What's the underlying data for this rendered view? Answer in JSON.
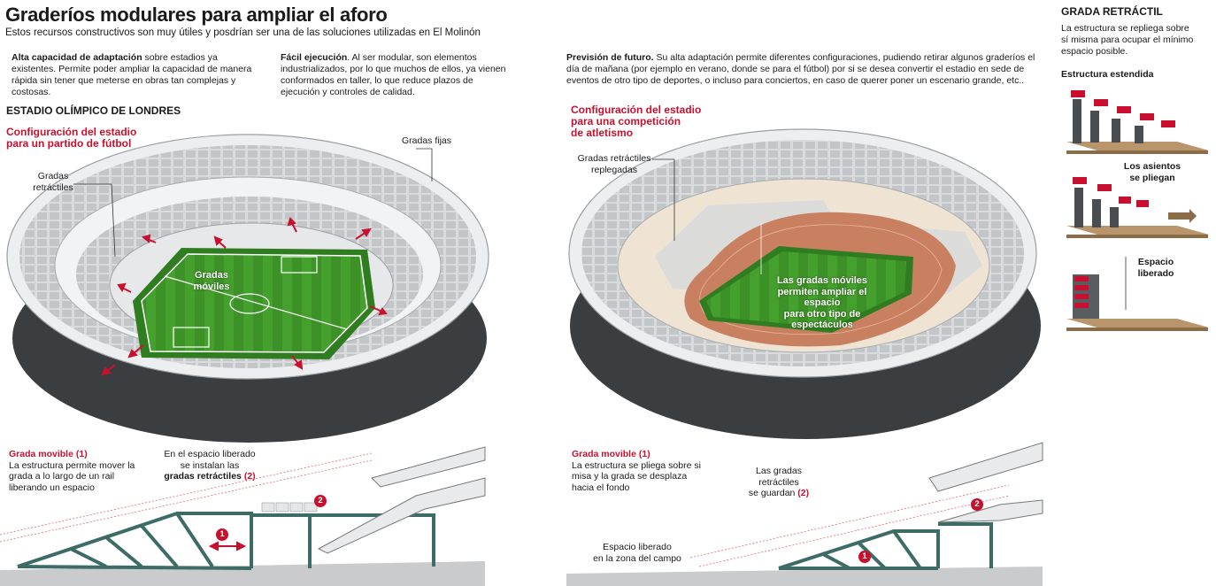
{
  "header": {
    "title": "Graderíos modulares para ampliar el aforo",
    "subtitle": "Estos recursos constructivos son muy útiles y posdrían ser una de las soluciones utilizadas en El Molinón"
  },
  "intro": {
    "p1_bold": "Alta capacidad de adaptación",
    "p1_rest": " sobre estadios ya existentes. Permite poder ampliar la capacidad de manera rápida sin tener que meterse en obras tan complejas y costosas.",
    "p2_bold": "Fácil ejecución",
    "p2_rest": ". Al ser modular, son elementos industrializados, por lo que muchos de ellos, ya vienen conformados en taller, lo que reduce plazos de ejecución y controles de calidad.",
    "p3_bold": "Previsión de futuro.",
    "p3_rest": " Su alta adaptación permite diferentes configuraciones, pudiendo retirar algunos graderíos el día de mañana (por ejemplo en verano, donde se para el fútbol) por si se desea convertir el estadio en sede de eventos de otro tipo de deportes, o incluso para conciertos, en caso de querer poner un escenario grande, etc.."
  },
  "stadium_left": {
    "heading": "ESTADIO OLÍMPICO DE LONDRES",
    "config_line1": "Configuración del estadio",
    "config_line2": "para un partido de fútbol",
    "fixed_stands": "Gradas fijas",
    "retract_line1": "Gradas",
    "retract_line2": "retráctiles",
    "mobile_line1": "Gradas",
    "mobile_line2": "móviles"
  },
  "stadium_right": {
    "config_line1": "Configuración del estadio",
    "config_line2": "para una competición",
    "config_line3": "de atletismo",
    "folded_line1": "Gradas retráctiles",
    "folded_line2": "replegadas",
    "mobile_line1": "Las gradas móviles",
    "mobile_line2": "permiten ampliar el espacio",
    "mobile_line3": "para otro tipo de",
    "mobile_line4": "espectáculos"
  },
  "section_left": {
    "title": "Grada movible (1)",
    "line1": "La estructura permite mover la",
    "line2": "grada a lo largo de un rail",
    "line3": "liberando un espacio",
    "space_line1": "En el espacio liberado",
    "space_line2": "se instalan las",
    "space_bold": "gradas retráctiles",
    "space_num": " (2)",
    "badge1": "1",
    "badge2": "2"
  },
  "section_right": {
    "title": "Grada movible (1)",
    "line1": "La estructura se pliega sobre si",
    "line2": "misa y la grada se desplaza",
    "line3": "hacia el fondo",
    "stored_line1": "Las gradas",
    "stored_line2": "retráctiles",
    "stored_line3": "se guardan",
    "stored_num": " (2)",
    "freed_line1": "Espacio liberado",
    "freed_line2": "en la zona del campo",
    "badge1": "1",
    "badge2": "2"
  },
  "sidebar": {
    "title": "GRADA RETRÁCTIL",
    "desc_line1": "La estructura se repliega sobre",
    "desc_line2": "sí misma para ocupar el mínimo",
    "desc_line3": "espacio posible.",
    "extended": "Estructura estendida",
    "fold_line1": "Los asientos",
    "fold_line2": "se pliegan",
    "freed_line1": "Espacio",
    "freed_line2": "liberado"
  },
  "colors": {
    "accent_red": "#c8102e",
    "pitch_green": "#3f9a2a",
    "track_brown": "#c98060",
    "structure_teal": "#3d6b66",
    "stand_grey": "#d6d8d9"
  }
}
